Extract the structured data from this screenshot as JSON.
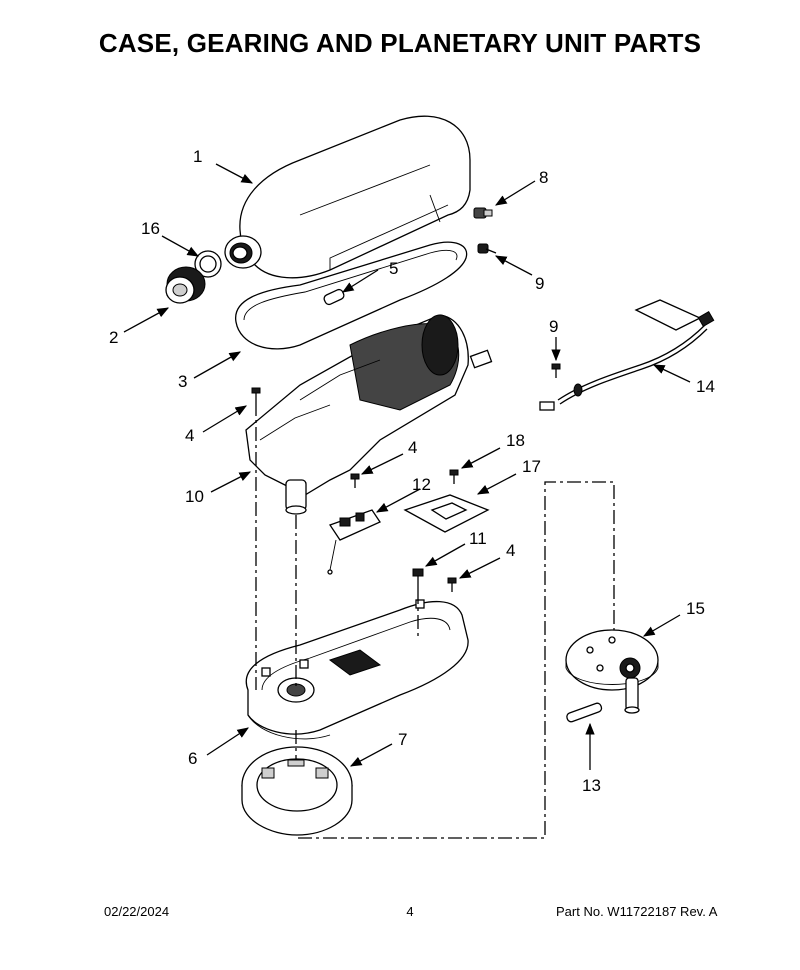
{
  "header": {
    "title": "CASE, GEARING AND PLANETARY UNIT PARTS"
  },
  "callouts": {
    "c1": "1",
    "c2": "2",
    "c3": "3",
    "c4a": "4",
    "c4b": "4",
    "c4c": "4",
    "c5": "5",
    "c6": "6",
    "c7": "7",
    "c8": "8",
    "c9a": "9",
    "c9b": "9",
    "c10": "10",
    "c11": "11",
    "c12": "12",
    "c13": "13",
    "c14": "14",
    "c15": "15",
    "c16": "16",
    "c17": "17",
    "c18": "18"
  },
  "footer": {
    "date": "02/22/2024",
    "page": "4",
    "part_no": "Part No.  W11722187  Rev.  A"
  },
  "icons": {
    "case-cover": "motor-head-cover-icon",
    "planetary": "planetary-unit-icon",
    "gear-housing": "gear-housing-icon",
    "base": "base-plate-icon",
    "cord": "power-cord-icon"
  }
}
